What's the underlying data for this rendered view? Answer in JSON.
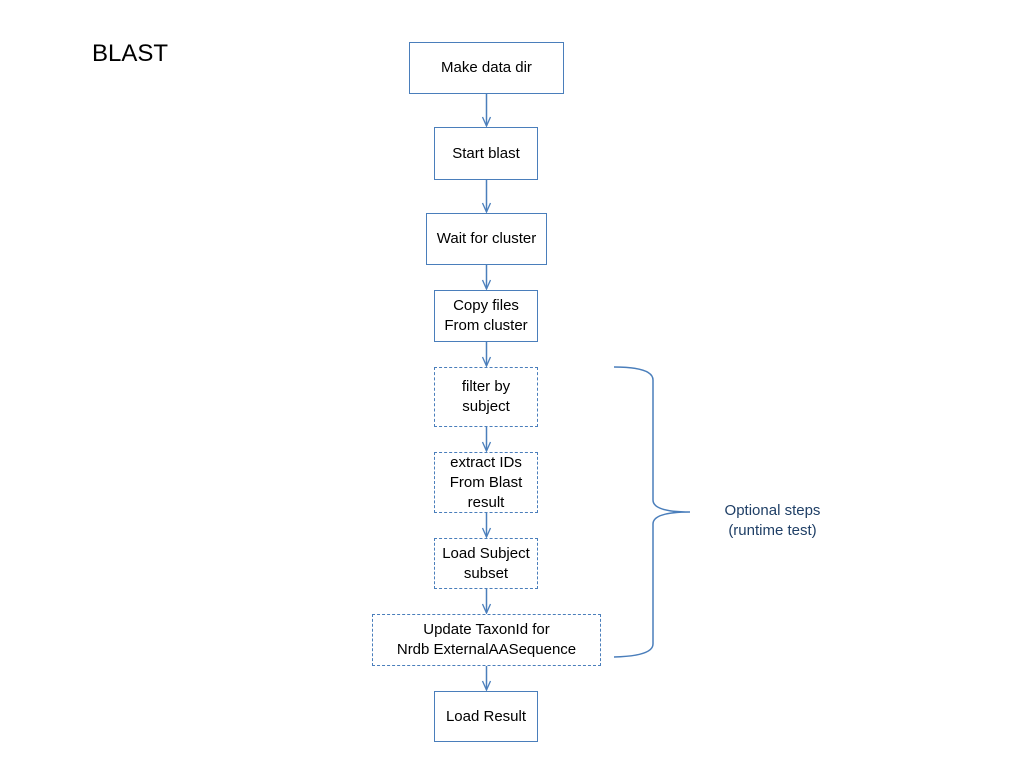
{
  "title": "BLAST",
  "colors": {
    "connector": "#4a7ebb",
    "box_border": "#4a7ebb",
    "annotation_text": "#1f3f66"
  },
  "flow": {
    "steps": [
      {
        "lines": [
          "Make data dir"
        ],
        "optional": false
      },
      {
        "lines": [
          "Start blast"
        ],
        "optional": false
      },
      {
        "lines": [
          "Wait for cluster"
        ],
        "optional": false
      },
      {
        "lines": [
          "Copy files",
          "From cluster"
        ],
        "optional": false
      },
      {
        "lines": [
          "filter by",
          "subject"
        ],
        "optional": true
      },
      {
        "lines": [
          "extract IDs",
          "From Blast",
          "result"
        ],
        "optional": true
      },
      {
        "lines": [
          "Load Subject",
          "subset"
        ],
        "optional": true
      },
      {
        "lines": [
          "Update TaxonId for",
          "Nrdb ExternalAASequence"
        ],
        "optional": true
      },
      {
        "lines": [
          "Load Result"
        ],
        "optional": false
      }
    ]
  },
  "optional_group": {
    "label_lines": [
      "Optional steps",
      "(runtime test)"
    ]
  }
}
